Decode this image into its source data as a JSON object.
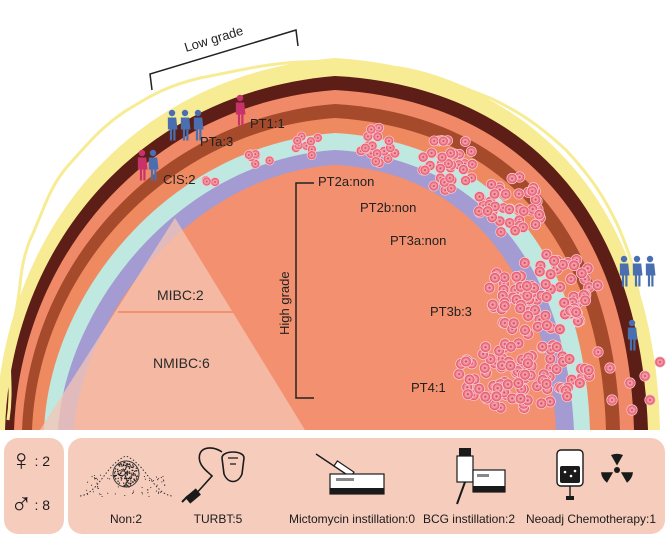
{
  "labels": {
    "low_grade": "Low grade",
    "high_grade": "High grade",
    "pt1": "PT1:1",
    "pta": "PTa:3",
    "cis": "CIS:2",
    "pt2a": "PT2a:non",
    "pt2b": "PT2b:non",
    "pt3a": "PT3a:non",
    "pt3b": "PT3b:3",
    "pt4": "PT4:1",
    "mibc": "MIBC:2",
    "nmibc": "NMIBC:6"
  },
  "gender": {
    "female_symbol": "♀",
    "female_count": ": 2",
    "male_symbol": "♂",
    "male_count": ": 8"
  },
  "treatments": [
    {
      "label": "Non:2",
      "icon": "tumor-tissue-icon"
    },
    {
      "label": "TURBT:5",
      "icon": "resectoscope-icon"
    },
    {
      "label": "Mictomycin instillation:0",
      "icon": "syringe-box-icon"
    },
    {
      "label": "BCG instillation:2",
      "icon": "vial-box-icon"
    },
    {
      "label": "Neoadj Chemotherapy:1",
      "icon": "iv-bag-radiation-icon"
    }
  ],
  "colors": {
    "yellow": "#f7ec94",
    "dark_brown": "#5c1e16",
    "salmon": "#f08968",
    "brown": "#a64a2c",
    "orange": "#ef8a60",
    "cyan": "#bfe8e1",
    "purple": "#a39bd2",
    "interior": "#f3906f",
    "cell": "#ea5d6e",
    "person_blue": "#4a6fb0",
    "person_pink": "#c8326a",
    "panel": "#f6cdbd"
  }
}
